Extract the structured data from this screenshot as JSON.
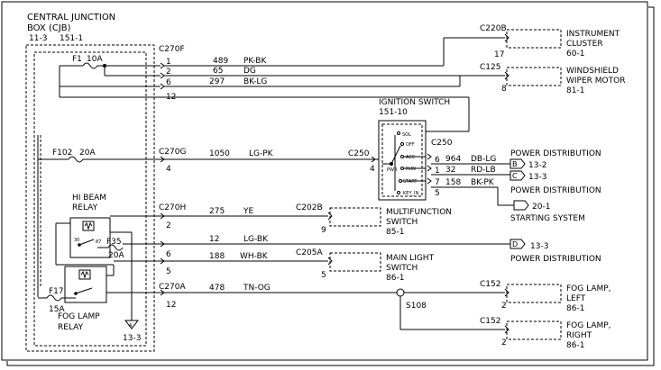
{
  "cjb": {
    "title_line1": "CENTRAL JUNCTION",
    "title_line2": "BOX (CJB)",
    "ref1": "11-3",
    "ref2": "151-1",
    "fuse_f1": "F1",
    "fuse_f1_rating": "10A",
    "fuse_f102": "F102",
    "fuse_f102_rating": "20A",
    "fuse_f35": "F35",
    "fuse_f35_rating": "20A",
    "fuse_f17": "F17",
    "fuse_f17_rating": "15A",
    "hibeam_line1": "HI BEAM",
    "hibeam_line2": "RELAY",
    "foglamp_line1": "FOG LAMP",
    "foglamp_line2": "RELAY",
    "ground_ref": "13-3"
  },
  "connectors": {
    "c270f": "C270F",
    "c270g": "C270G",
    "c270h": "C270H",
    "c270a": "C270A",
    "c250": "C250",
    "c220b": "C220B",
    "c125": "C125",
    "c202b": "C202B",
    "c205a": "C205A",
    "c152a": "C152",
    "c152b": "C152",
    "s108": "S108"
  },
  "pins": {
    "c270f_1": "1",
    "c270f_2": "2",
    "c270f_6": "6",
    "c270f_12": "12",
    "c270g_4": "4",
    "c270h_2": "2",
    "c270h_6": "6",
    "c270h_5": "5",
    "c270a_12": "12",
    "c250_4": "4",
    "c250_6": "6",
    "c250_1": "1",
    "c250_7": "7",
    "c250_5": "5",
    "c220b_17": "17",
    "c125_8": "8",
    "c202b_9": "9",
    "c205a_5": "5",
    "c152a_2": "2",
    "c152b_2": "2"
  },
  "wires": [
    {
      "circuit": "489",
      "color": "PK-BK"
    },
    {
      "circuit": "65",
      "color": "DG"
    },
    {
      "circuit": "297",
      "color": "BK-LG"
    },
    {
      "circuit": "1050",
      "color": "LG-PK"
    },
    {
      "circuit": "964",
      "color": "DB-LG"
    },
    {
      "circuit": "32",
      "color": "RD-LB"
    },
    {
      "circuit": "158",
      "color": "BK-PK"
    },
    {
      "circuit": "275",
      "color": "YE"
    },
    {
      "circuit": "12",
      "color": "LG-BK"
    },
    {
      "circuit": "188",
      "color": "WH-BK"
    },
    {
      "circuit": "478",
      "color": "TN-OG"
    }
  ],
  "ignition": {
    "title": "IGNITION SWITCH",
    "ref": "151-10",
    "pos_sol": "SOL",
    "pos_off": "OFF",
    "pos_acc": "ACC",
    "pos_run": "RUN",
    "pos_start": "START",
    "pos_key": "KEY_IN",
    "pwr": "PWR"
  },
  "components": {
    "instrument_line1": "INSTRUMENT",
    "instrument_line2": "CLUSTER",
    "instrument_ref": "60-1",
    "wiper_line1": "WINDSHIELD",
    "wiper_line2": "WIPER MOTOR",
    "wiper_ref": "81-1",
    "multi_line1": "MULTIFUNCTION",
    "multi_line2": "SWITCH",
    "multi_ref": "85-1",
    "mainlight_line1": "MAIN LIGHT",
    "mainlight_line2": "SWITCH",
    "mainlight_ref": "86-1",
    "foglamp_left_line1": "FOG LAMP,",
    "foglamp_left_line2": "LEFT",
    "foglamp_left_ref": "86-1",
    "foglamp_right_line1": "FOG LAMP,",
    "foglamp_right_line2": "RIGHT",
    "foglamp_right_ref": "86-1"
  },
  "references": {
    "power_dist_1": "POWER DISTRIBUTION",
    "power_dist_1_a": "13-2",
    "power_dist_1_b": "13-3",
    "power_dist_2": "POWER DISTRIBUTION",
    "power_dist_2_ref": "20-1",
    "starting_system": "STARTING SYSTEM",
    "power_dist_3": "POWER DISTRIBUTION",
    "power_dist_3_ref": "13-3"
  }
}
